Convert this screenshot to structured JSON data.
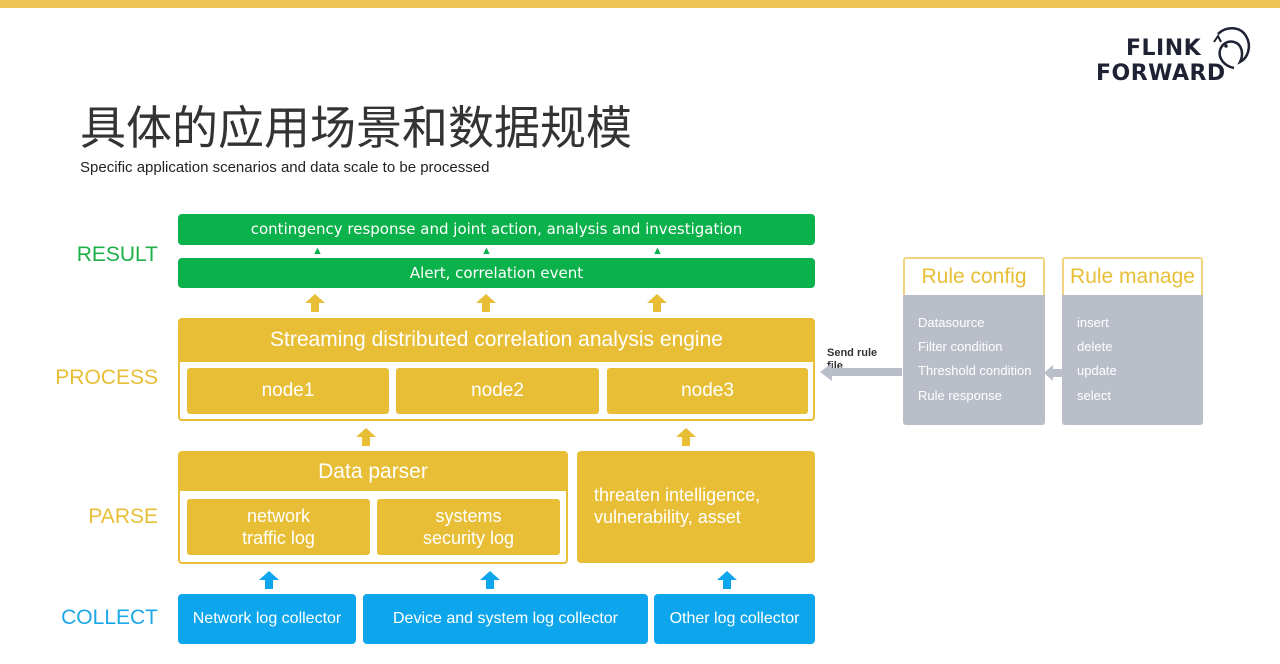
{
  "logo": {
    "line1": "FLINK",
    "line2": "FORWARD"
  },
  "title": "具体的应用场景和数据规模",
  "subtitle": "Specific application scenarios and data scale to be processed",
  "layers": {
    "result": "RESULT",
    "process": "PROCESS",
    "parse": "PARSE",
    "collect": "COLLECT"
  },
  "result": {
    "top": "contingency response and joint action, analysis and investigation",
    "alert": "Alert,  correlation event"
  },
  "engine": {
    "title": "Streaming distributed correlation analysis engine",
    "nodes": [
      "node1",
      "node2",
      "node3"
    ]
  },
  "parser": {
    "title": "Data parser",
    "nodes": [
      {
        "line1": "network",
        "line2": "traffic log"
      },
      {
        "line1": "systems",
        "line2": "security log"
      }
    ]
  },
  "threat": {
    "line1": "threaten intelligence,",
    "line2": "vulnerability, asset"
  },
  "collectors": [
    "Network log collector",
    "Device and system log collector",
    "Other log collector"
  ],
  "send_rule": {
    "line1": "Send rule",
    "line2": "file"
  },
  "rule_config": {
    "title": "Rule config",
    "items": [
      "Datasource",
      "Filter condition",
      "Threshold condition",
      "Rule response"
    ]
  },
  "rule_manage": {
    "title": "Rule manage",
    "items": [
      "insert",
      "delete",
      "update",
      "select"
    ]
  },
  "colors": {
    "accent_yellow": "#E8BE36",
    "result_green": "#0BB14A",
    "collect_blue": "#0DA6EC",
    "panel_gray": "#B9BEC8"
  }
}
